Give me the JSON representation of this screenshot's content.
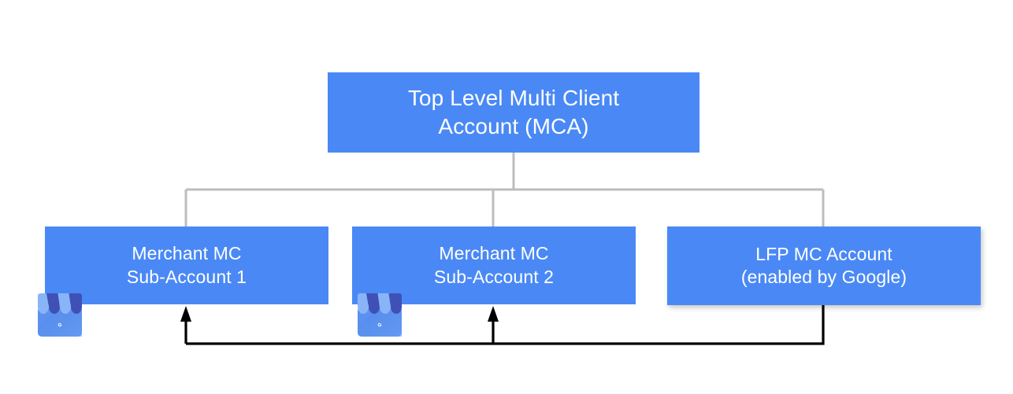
{
  "diagram": {
    "title": "Google Merchant Center account hierarchy",
    "colors": {
      "node_fill": "#4a89f5",
      "node_text": "#ffffff",
      "tree_connector": "#bdbdbd",
      "feedback_arrow": "#000000",
      "background": "#ffffff"
    },
    "nodes": {
      "root": {
        "label": "Top Level Multi Client\nAccount (MCA)",
        "line1": "Top Level Multi Client",
        "line2": "Account (MCA)"
      },
      "sub1": {
        "label": "Merchant MC\nSub-Account 1",
        "line1": "Merchant MC",
        "line2": "Sub-Account 1"
      },
      "sub2": {
        "label": "Merchant MC\nSub-Account 2",
        "line1": "Merchant MC",
        "line2": "Sub-Account 2"
      },
      "lfp": {
        "label": "LFP MC Account\n(enabled by Google)",
        "line1": "LFP MC Account",
        "line2": "(enabled by Google)"
      }
    },
    "icons": {
      "gbp_1": "google-business-profile-icon",
      "gbp_2": "google-business-profile-icon"
    },
    "connectors": {
      "tree": "root-to-children",
      "feedback": "lfp-to-sub-accounts"
    }
  }
}
